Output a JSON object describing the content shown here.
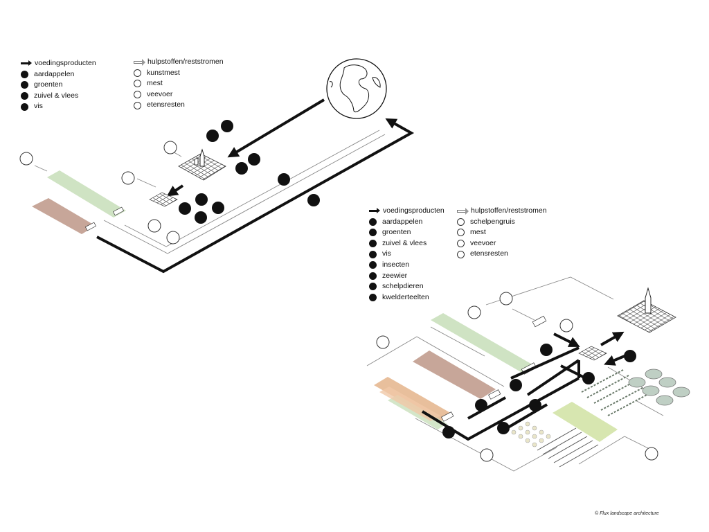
{
  "legend_left": {
    "food_title": "voedingsproducten",
    "food_items": [
      "aardappelen",
      "groenten",
      "zuivel & vlees",
      "vis"
    ],
    "aux_title": "hulpstoffen/reststromen",
    "aux_items": [
      "kunstmest",
      "mest",
      "veevoer",
      "etensresten"
    ]
  },
  "legend_right": {
    "food_title": "voedingsproducten",
    "food_items": [
      "aardappelen",
      "groenten",
      "zuivel & vlees",
      "vis",
      "insecten",
      "zeewier",
      "schelpdieren",
      "kwelderteelten"
    ],
    "aux_title": "hulpstoffen/reststromen",
    "aux_items": [
      "schelpengruis",
      "mest",
      "veevoer",
      "etensresten"
    ]
  },
  "credit": "© Flux landscape architecture",
  "colors": {
    "food_flow": "#111111",
    "residual_flow": "#ffffff",
    "grass_field": "#cfe3c3",
    "arable_field": "#c7a699",
    "cultivation_mosaic": "#e8bf9c",
    "pond": "#bfcfc4",
    "saltmarsh_crop": "#d7e6b0"
  },
  "icons": {
    "food": "food-product-icon",
    "residual": "residual-stream-icon",
    "globe": "globe-icon",
    "city": "city-icon"
  }
}
